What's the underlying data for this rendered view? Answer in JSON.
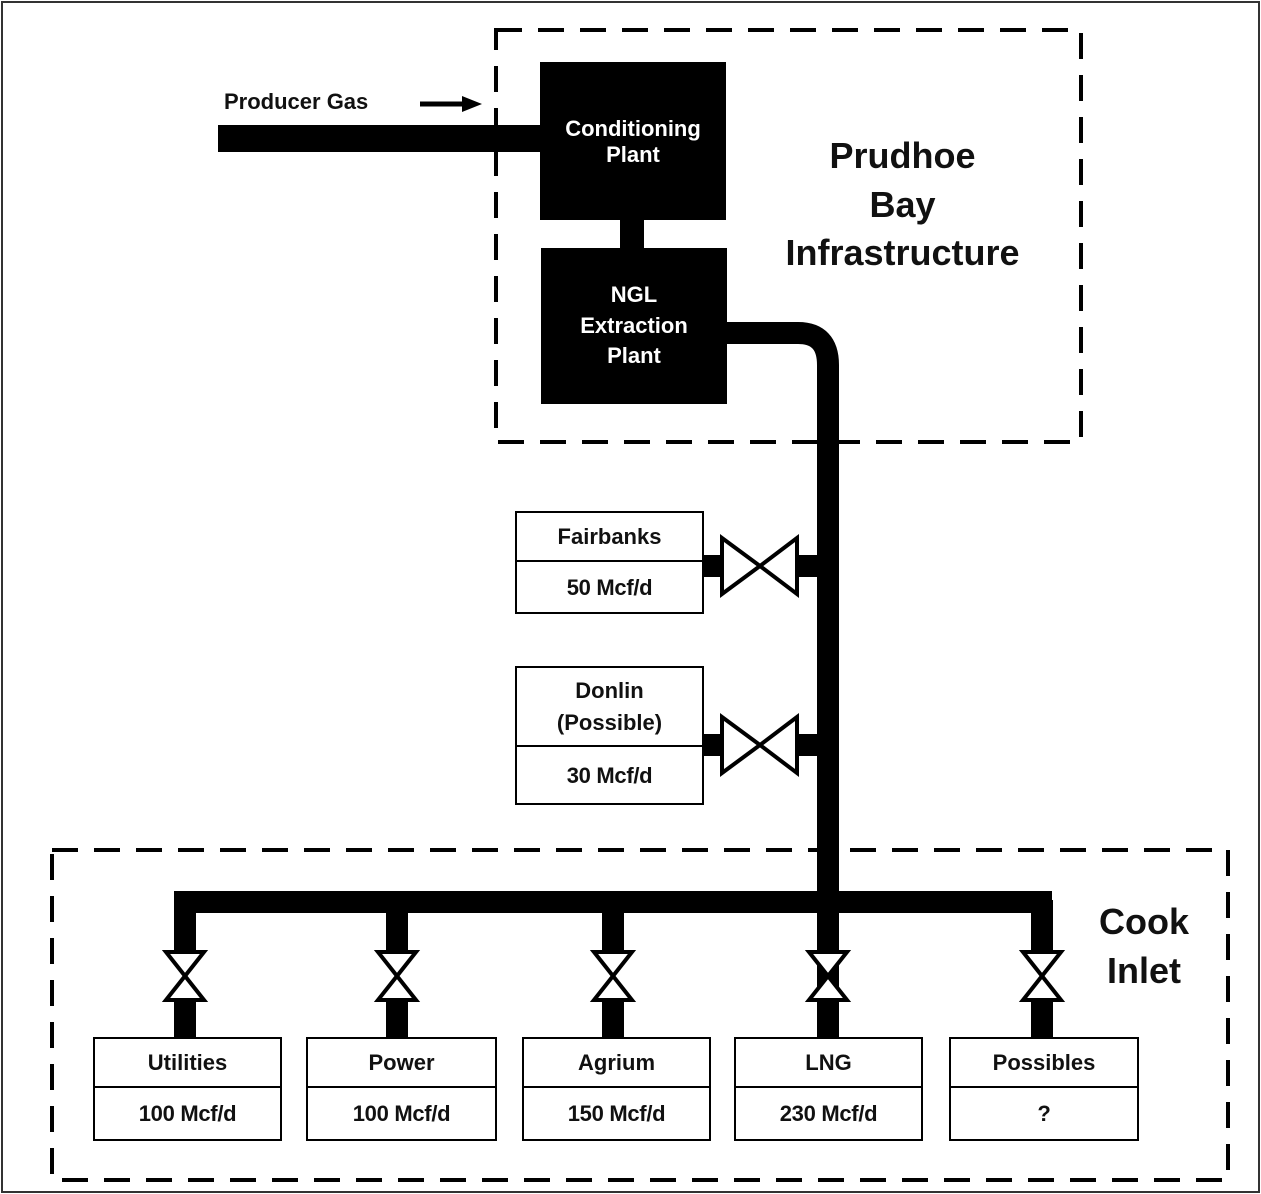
{
  "producer_gas": {
    "label": "Producer Gas"
  },
  "prudhoe_bay": {
    "label": "Prudhoe\nBay\nInfrastructure",
    "conditioning_plant": "Conditioning\nPlant",
    "ngl_plant": "NGL\nExtraction\nPlant"
  },
  "midline_offtakes": [
    {
      "name": "Fairbanks",
      "value": "50 Mcf/d"
    },
    {
      "name": "Donlin\n(Possible)",
      "value": "30 Mcf/d"
    }
  ],
  "cook_inlet": {
    "label": "Cook\nInlet",
    "consumers": [
      {
        "name": "Utilities",
        "value": "100 Mcf/d"
      },
      {
        "name": "Power",
        "value": "100 Mcf/d"
      },
      {
        "name": "Agrium",
        "value": "150 Mcf/d"
      },
      {
        "name": "LNG",
        "value": "230 Mcf/d"
      },
      {
        "name": "Possibles",
        "value": "?"
      }
    ]
  },
  "colors": {
    "pipe": "#000000",
    "background": "#ffffff",
    "text": "#111111"
  }
}
